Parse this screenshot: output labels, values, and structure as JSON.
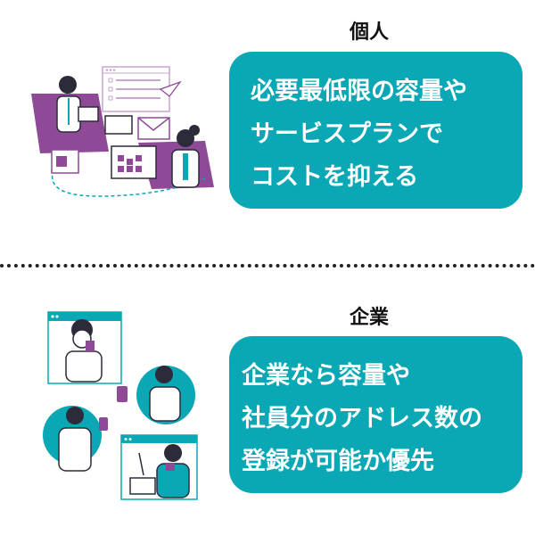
{
  "personal": {
    "heading": "個人",
    "lines": [
      "必要最低限の容量や",
      "サービスプランで",
      "コストを抑える"
    ]
  },
  "business": {
    "heading": "企業",
    "lines": [
      "企業なら容量や",
      "社員分のアドレス数の",
      "登録が可能か優先"
    ]
  },
  "colors": {
    "accent": "#0aa7b4",
    "purple": "#8f4a97",
    "text": "#111111"
  },
  "illustrations": [
    "office-workers-illustration",
    "video-call-illustration"
  ]
}
